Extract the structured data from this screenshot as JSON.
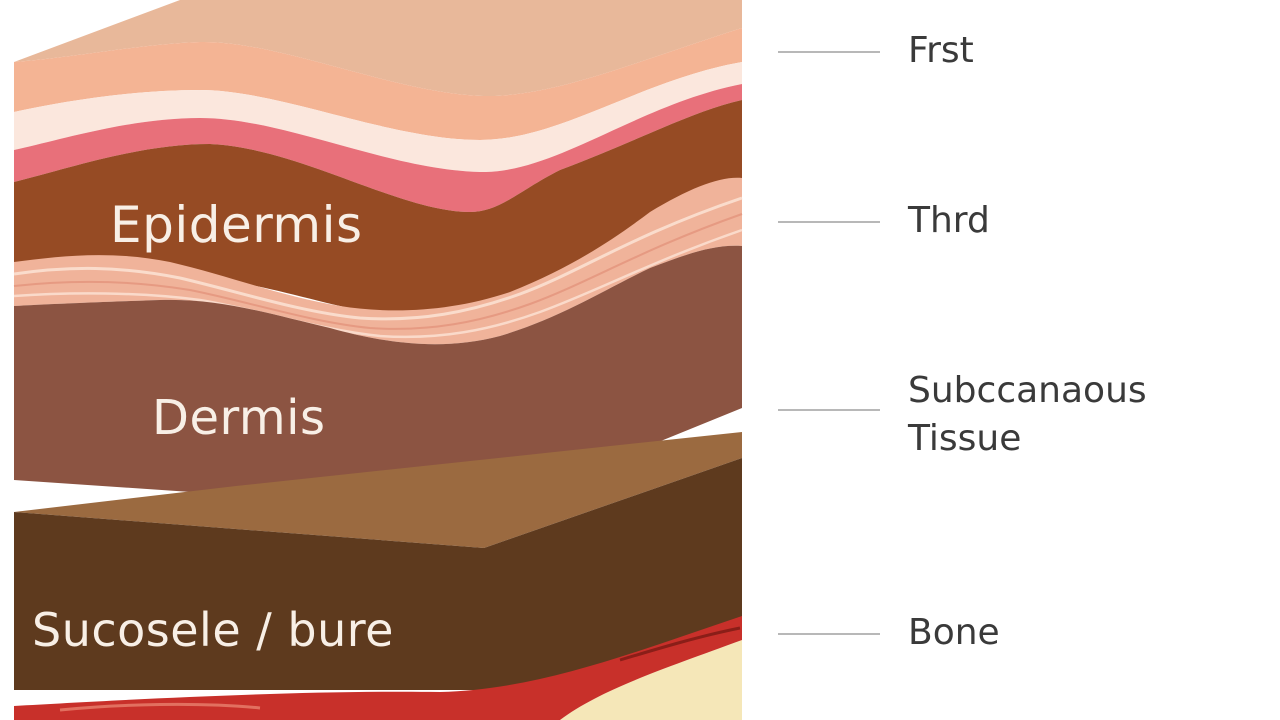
{
  "layer_labels": {
    "epidermis": "Epidermis",
    "dermis": "Dermis",
    "subcutaneous": "Sucosele / bure"
  },
  "side_labels": {
    "first": "Frst",
    "third": "Thrd",
    "subcutaneous_line1": "Subccanaous",
    "subcutaneous_line2": "Tissue",
    "bone": "Bone"
  },
  "colors": {
    "skin_top": "#e8b89a",
    "skin_light": "#f4b494",
    "skin_white": "#fbe7dd",
    "skin_pink": "#e8707a",
    "epidermis": "#964b24",
    "wavy_band": "#f0b39a",
    "dermis": "#8c5442",
    "slab_top": "#9b6a40",
    "slab_front": "#5e3a1e",
    "bone_red": "#c8302a",
    "bone_cream": "#f5e7b8",
    "leader": "#b8b8b8",
    "text": "#3a3a3a"
  }
}
